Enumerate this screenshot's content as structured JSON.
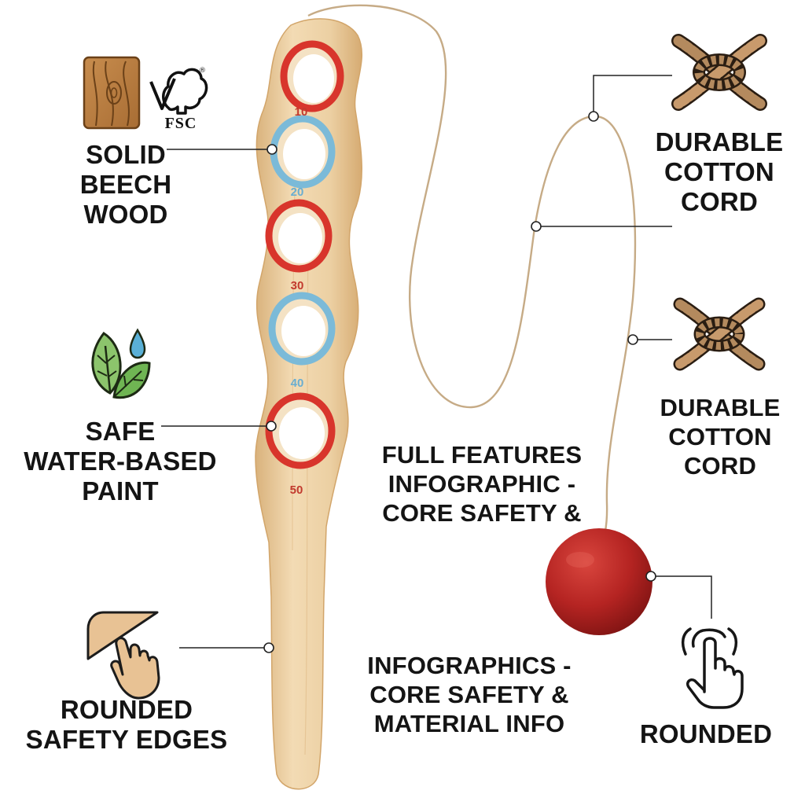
{
  "paddle": {
    "scores": [
      "10",
      "20",
      "30",
      "40",
      "50"
    ],
    "colors": {
      "wood": "#e9c99a",
      "red_ring": "#d8352c",
      "blue_ring": "#7bbad8",
      "cord": "#c6ab86",
      "ball": "#b52422"
    }
  },
  "badges": {
    "fsc": "FSC",
    "fsc_mark": "®"
  },
  "features": {
    "solid_wood": [
      "SOLID",
      "BEECH",
      "WOOD"
    ],
    "safe_paint": [
      "SAFE",
      "WATER-BASED",
      "PAINT"
    ],
    "rounded_edges": [
      "ROUNDED",
      "SAFETY EDGES"
    ],
    "cord_top": [
      "DURABLE",
      "COTTON",
      "CORD"
    ],
    "cord_mid": [
      "DURABLE",
      "COTTON",
      "CORD"
    ],
    "rounded_ball": [
      "ROUNDED"
    ]
  },
  "captions": {
    "center": [
      "FULL FEATURES",
      "INFOGRAPHIC -",
      "CORE SAFETY &"
    ],
    "bottom": [
      "INFOGRAPHICS -",
      "CORE SAFETY &",
      "MATERIAL INFO"
    ]
  },
  "icons": [
    "wood-grain-icon",
    "fsc-tree-icon",
    "leaf-water-icon",
    "corner-touch-icon",
    "rope-knot-icon",
    "tap-hand-icon"
  ]
}
